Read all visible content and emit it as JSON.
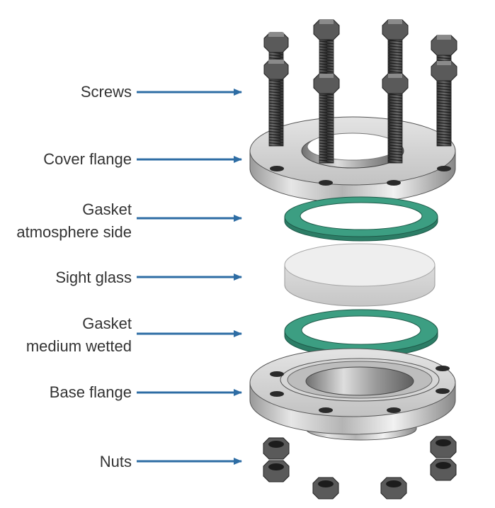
{
  "labels": {
    "screws": "Screws",
    "cover_flange": "Cover flange",
    "gasket_atm_line1": "Gasket",
    "gasket_atm_line2": "atmosphere side",
    "sight_glass": "Sight glass",
    "gasket_med_line1": "Gasket",
    "gasket_med_line2": "medium wetted",
    "base_flange": "Base flange",
    "nuts": "Nuts"
  },
  "colors": {
    "arrow": "#2e6da4",
    "gasket": "#3c9e82",
    "metal": "#c8c8c8",
    "glass": "#eeeeee",
    "text": "#333333"
  },
  "icons": [
    "screw-icon",
    "flange-icon",
    "gasket-icon",
    "sight-glass-icon",
    "nut-icon"
  ]
}
